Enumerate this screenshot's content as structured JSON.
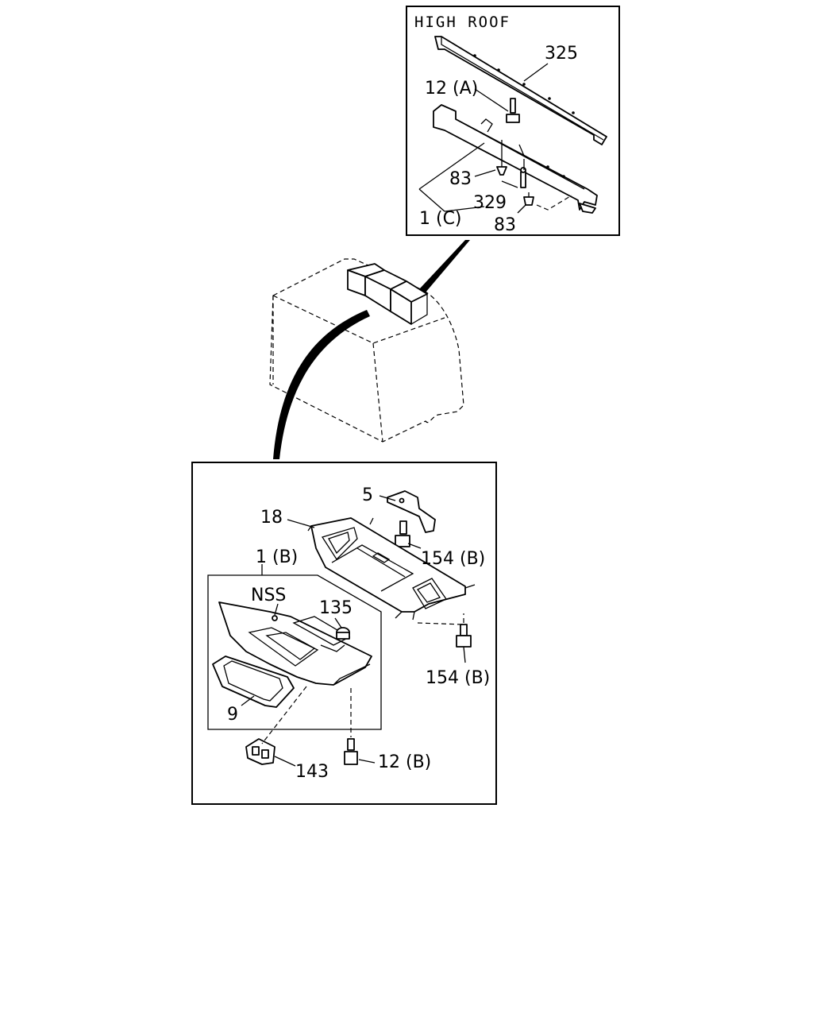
{
  "top_panel": {
    "title": "HIGH ROOF",
    "labels": {
      "p325": "325",
      "p12a": "12 (A)",
      "p83a": "83",
      "p329": "329",
      "p1c": "1 (C)",
      "p83b": "83"
    }
  },
  "bottom_panel": {
    "labels": {
      "p5": "5",
      "p18": "18",
      "p154a": "154 (B)",
      "p1b": "1 (B)",
      "pNSS": "NSS",
      "p135": "135",
      "p154b": "154 (B)",
      "p9": "9",
      "p12b": "12 (B)",
      "p143": "143"
    }
  }
}
